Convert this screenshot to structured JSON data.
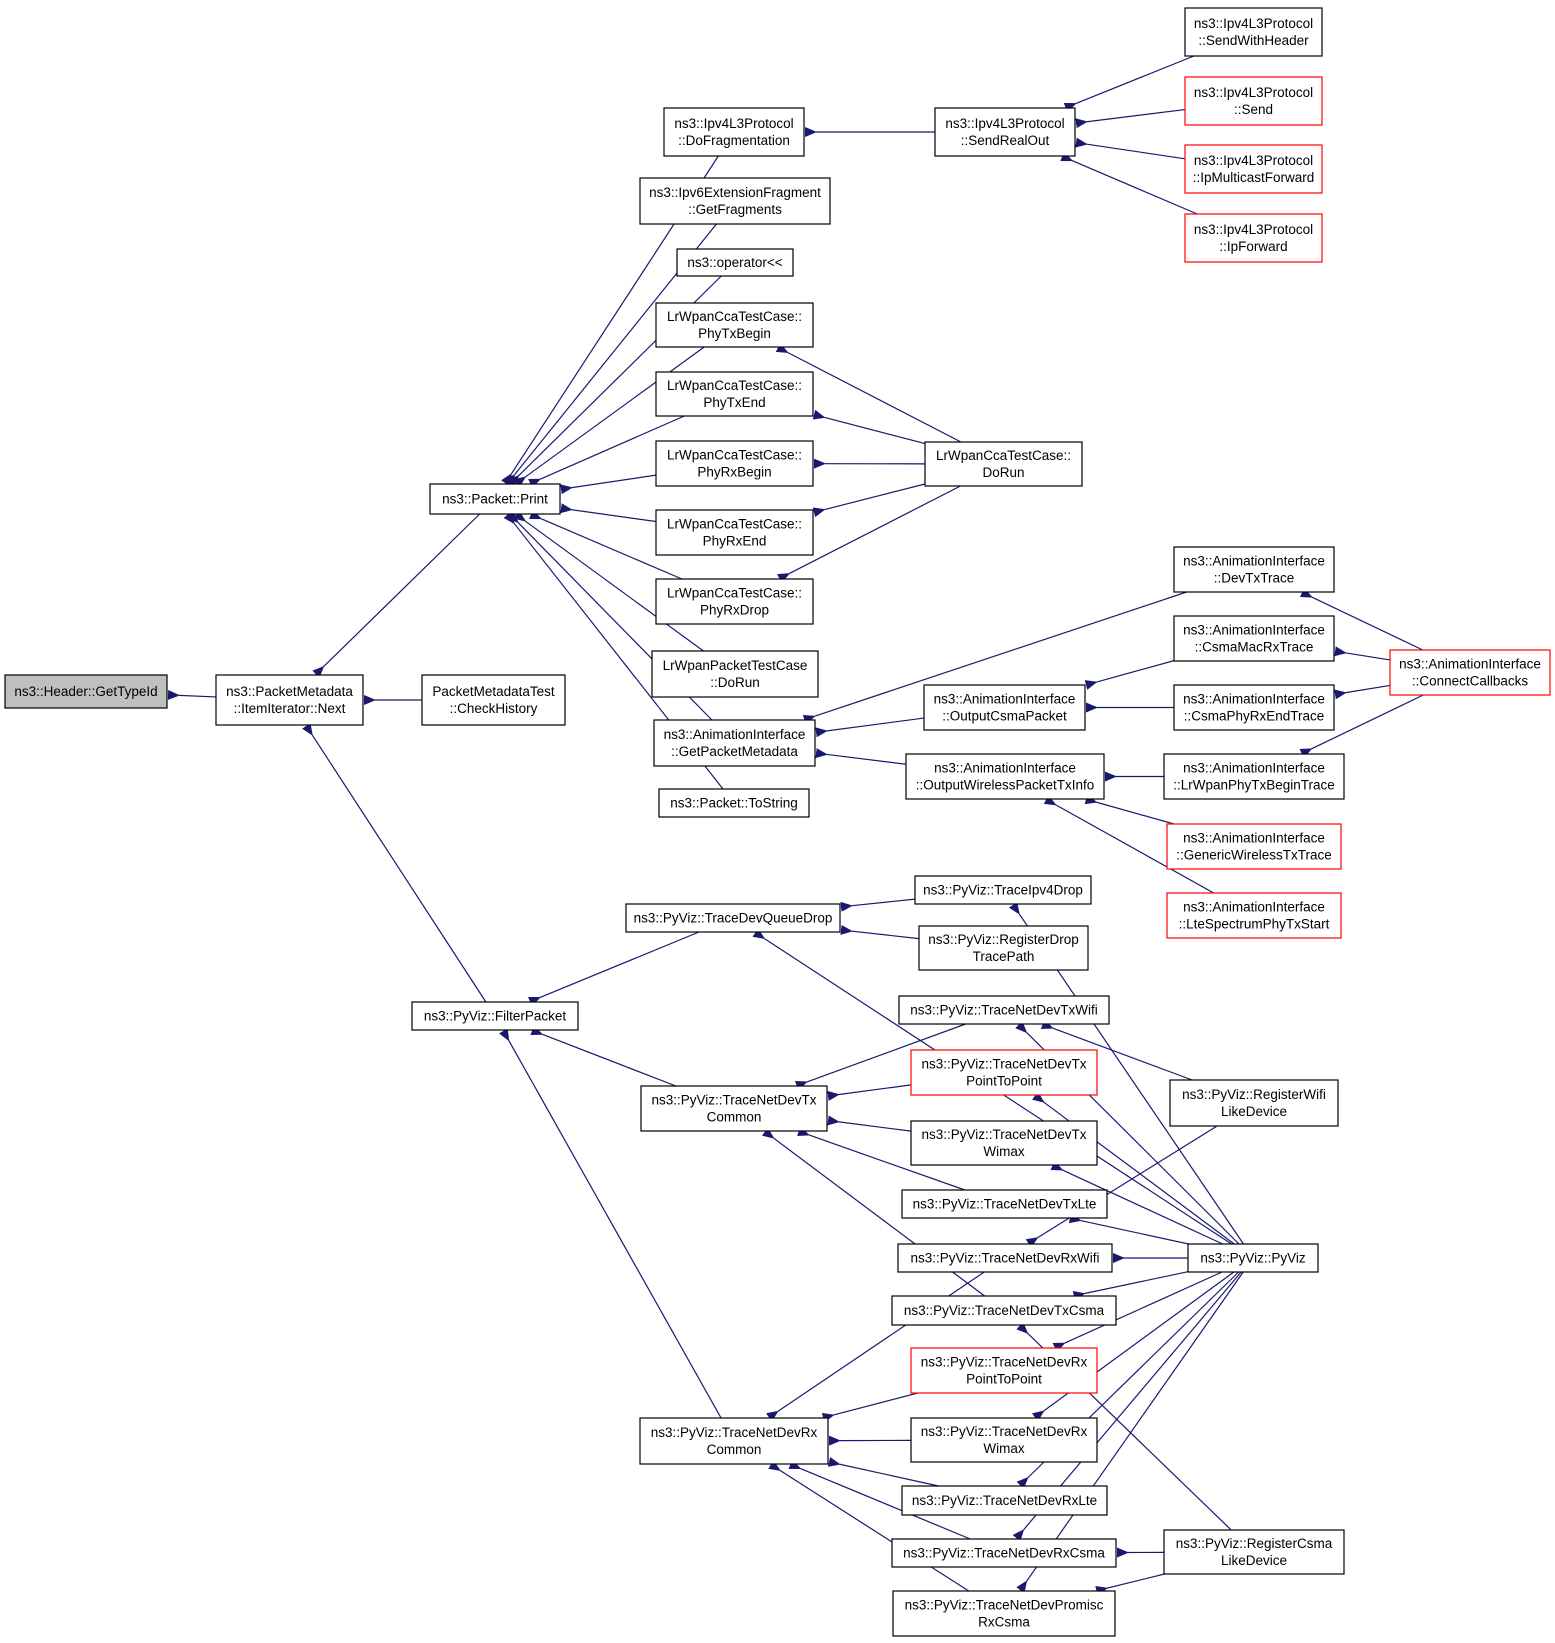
{
  "colors": {
    "edge": "#191970",
    "border_normal": "#000000",
    "border_red": "#ff0000",
    "fill_normal": "#ffffff",
    "fill_root": "#bfbfbf"
  },
  "nodes": [
    {
      "id": "root",
      "lines": [
        "ns3::Header::GetTypeId"
      ],
      "style": "root"
    },
    {
      "id": "pm_next",
      "lines": [
        "ns3::PacketMetadata",
        "::ItemIterator::Next"
      ],
      "style": "normal"
    },
    {
      "id": "pmtest",
      "lines": [
        "PacketMetadataTest",
        "::CheckHistory"
      ],
      "style": "normal"
    },
    {
      "id": "pkt_print",
      "lines": [
        "ns3::Packet::Print"
      ],
      "style": "normal"
    },
    {
      "id": "filterpacket",
      "lines": [
        "ns3::PyViz::FilterPacket"
      ],
      "style": "normal"
    },
    {
      "id": "ipv4_dofrag",
      "lines": [
        "ns3::Ipv4L3Protocol",
        "::DoFragmentation"
      ],
      "style": "normal"
    },
    {
      "id": "ipv6_frag",
      "lines": [
        "ns3::Ipv6ExtensionFragment",
        "::GetFragments"
      ],
      "style": "normal"
    },
    {
      "id": "op_lshift",
      "lines": [
        "ns3::operator<<"
      ],
      "style": "normal"
    },
    {
      "id": "lr_txbegin",
      "lines": [
        "LrWpanCcaTestCase::",
        "PhyTxBegin"
      ],
      "style": "normal"
    },
    {
      "id": "lr_txend",
      "lines": [
        "LrWpanCcaTestCase::",
        "PhyTxEnd"
      ],
      "style": "normal"
    },
    {
      "id": "lr_rxbegin",
      "lines": [
        "LrWpanCcaTestCase::",
        "PhyRxBegin"
      ],
      "style": "normal"
    },
    {
      "id": "lr_rxend",
      "lines": [
        "LrWpanCcaTestCase::",
        "PhyRxEnd"
      ],
      "style": "normal"
    },
    {
      "id": "lr_rxdrop",
      "lines": [
        "LrWpanCcaTestCase::",
        "PhyRxDrop"
      ],
      "style": "normal"
    },
    {
      "id": "lrpkt_dorun",
      "lines": [
        "LrWpanPacketTestCase",
        "::DoRun"
      ],
      "style": "normal"
    },
    {
      "id": "anim_getpm",
      "lines": [
        "ns3::AnimationInterface",
        "::GetPacketMetadata"
      ],
      "style": "normal"
    },
    {
      "id": "pkt_tostring",
      "lines": [
        "ns3::Packet::ToString"
      ],
      "style": "normal"
    },
    {
      "id": "ipv4_sendrealout",
      "lines": [
        "ns3::Ipv4L3Protocol",
        "::SendRealOut"
      ],
      "style": "normal"
    },
    {
      "id": "ipv4_sendwithheader",
      "lines": [
        "ns3::Ipv4L3Protocol",
        "::SendWithHeader"
      ],
      "style": "normal"
    },
    {
      "id": "ipv4_send",
      "lines": [
        "ns3::Ipv4L3Protocol",
        "::Send"
      ],
      "style": "red"
    },
    {
      "id": "ipv4_ipmcast",
      "lines": [
        "ns3::Ipv4L3Protocol",
        "::IpMulticastForward"
      ],
      "style": "red"
    },
    {
      "id": "ipv4_ipfwd",
      "lines": [
        "ns3::Ipv4L3Protocol",
        "::IpForward"
      ],
      "style": "red"
    },
    {
      "id": "lr_dorun",
      "lines": [
        "LrWpanCcaTestCase::",
        "DoRun"
      ],
      "style": "normal"
    },
    {
      "id": "anim_devtx",
      "lines": [
        "ns3::AnimationInterface",
        "::DevTxTrace"
      ],
      "style": "normal"
    },
    {
      "id": "anim_csmamacrx",
      "lines": [
        "ns3::AnimationInterface",
        "::CsmaMacRxTrace"
      ],
      "style": "normal"
    },
    {
      "id": "anim_outcsma",
      "lines": [
        "ns3::AnimationInterface",
        "::OutputCsmaPacket"
      ],
      "style": "normal"
    },
    {
      "id": "anim_csmaphyrxend",
      "lines": [
        "ns3::AnimationInterface",
        "::CsmaPhyRxEndTrace"
      ],
      "style": "normal"
    },
    {
      "id": "anim_connect",
      "lines": [
        "ns3::AnimationInterface",
        "::ConnectCallbacks"
      ],
      "style": "red"
    },
    {
      "id": "anim_outwireless",
      "lines": [
        "ns3::AnimationInterface",
        "::OutputWirelessPacketTxInfo"
      ],
      "style": "normal"
    },
    {
      "id": "anim_lrwpanphytx",
      "lines": [
        "ns3::AnimationInterface",
        "::LrWpanPhyTxBeginTrace"
      ],
      "style": "normal"
    },
    {
      "id": "anim_genericwireless",
      "lines": [
        "ns3::AnimationInterface",
        "::GenericWirelessTxTrace"
      ],
      "style": "red"
    },
    {
      "id": "anim_ltespectrum",
      "lines": [
        "ns3::AnimationInterface",
        "::LteSpectrumPhyTxStart"
      ],
      "style": "red"
    },
    {
      "id": "tracedevqueuedrop",
      "lines": [
        "ns3::PyViz::TraceDevQueueDrop"
      ],
      "style": "normal"
    },
    {
      "id": "traceipv4drop",
      "lines": [
        "ns3::PyViz::TraceIpv4Drop"
      ],
      "style": "normal"
    },
    {
      "id": "registerdrop",
      "lines": [
        "ns3::PyViz::RegisterDrop",
        "TracePath"
      ],
      "style": "normal"
    },
    {
      "id": "tx_common",
      "lines": [
        "ns3::PyViz::TraceNetDevTx",
        "Common"
      ],
      "style": "normal"
    },
    {
      "id": "tx_wifi",
      "lines": [
        "ns3::PyViz::TraceNetDevTxWifi"
      ],
      "style": "normal"
    },
    {
      "id": "tx_p2p",
      "lines": [
        "ns3::PyViz::TraceNetDevTx",
        "PointToPoint"
      ],
      "style": "red"
    },
    {
      "id": "tx_wimax",
      "lines": [
        "ns3::PyViz::TraceNetDevTx",
        "Wimax"
      ],
      "style": "normal"
    },
    {
      "id": "tx_lte",
      "lines": [
        "ns3::PyViz::TraceNetDevTxLte"
      ],
      "style": "normal"
    },
    {
      "id": "rx_wifi",
      "lines": [
        "ns3::PyViz::TraceNetDevRxWifi"
      ],
      "style": "normal"
    },
    {
      "id": "tx_csma",
      "lines": [
        "ns3::PyViz::TraceNetDevTxCsma"
      ],
      "style": "normal"
    },
    {
      "id": "registerwifi",
      "lines": [
        "ns3::PyViz::RegisterWifi",
        "LikeDevice"
      ],
      "style": "normal"
    },
    {
      "id": "pyviz",
      "lines": [
        "ns3::PyViz::PyViz"
      ],
      "style": "normal"
    },
    {
      "id": "rx_common",
      "lines": [
        "ns3::PyViz::TraceNetDevRx",
        "Common"
      ],
      "style": "normal"
    },
    {
      "id": "rx_p2p",
      "lines": [
        "ns3::PyViz::TraceNetDevRx",
        "PointToPoint"
      ],
      "style": "red"
    },
    {
      "id": "rx_wimax",
      "lines": [
        "ns3::PyViz::TraceNetDevRx",
        "Wimax"
      ],
      "style": "normal"
    },
    {
      "id": "rx_lte",
      "lines": [
        "ns3::PyViz::TraceNetDevRxLte"
      ],
      "style": "normal"
    },
    {
      "id": "rx_csma",
      "lines": [
        "ns3::PyViz::TraceNetDevRxCsma"
      ],
      "style": "normal"
    },
    {
      "id": "registercsma",
      "lines": [
        "ns3::PyViz::RegisterCsma",
        "LikeDevice"
      ],
      "style": "normal"
    },
    {
      "id": "promisc",
      "lines": [
        "ns3::PyViz::TraceNetDevPromisc",
        "RxCsma"
      ],
      "style": "normal"
    }
  ],
  "edges": [
    [
      "pm_next",
      "root"
    ],
    [
      "pmtest",
      "pm_next"
    ],
    [
      "pkt_print",
      "pm_next"
    ],
    [
      "filterpacket",
      "pm_next"
    ],
    [
      "ipv4_dofrag",
      "pkt_print"
    ],
    [
      "ipv6_frag",
      "pkt_print"
    ],
    [
      "op_lshift",
      "pkt_print"
    ],
    [
      "lr_txbegin",
      "pkt_print"
    ],
    [
      "lr_txend",
      "pkt_print"
    ],
    [
      "lr_rxbegin",
      "pkt_print"
    ],
    [
      "lr_rxend",
      "pkt_print"
    ],
    [
      "lr_rxdrop",
      "pkt_print"
    ],
    [
      "lrpkt_dorun",
      "pkt_print"
    ],
    [
      "anim_getpm",
      "pkt_print"
    ],
    [
      "pkt_tostring",
      "pkt_print"
    ],
    [
      "ipv4_sendrealout",
      "ipv4_dofrag"
    ],
    [
      "ipv4_sendwithheader",
      "ipv4_sendrealout"
    ],
    [
      "ipv4_send",
      "ipv4_sendrealout"
    ],
    [
      "ipv4_ipmcast",
      "ipv4_sendrealout"
    ],
    [
      "ipv4_ipfwd",
      "ipv4_sendrealout"
    ],
    [
      "lr_dorun",
      "lr_txbegin"
    ],
    [
      "lr_dorun",
      "lr_txend"
    ],
    [
      "lr_dorun",
      "lr_rxbegin"
    ],
    [
      "lr_dorun",
      "lr_rxend"
    ],
    [
      "lr_dorun",
      "lr_rxdrop"
    ],
    [
      "anim_devtx",
      "anim_getpm"
    ],
    [
      "anim_outcsma",
      "anim_getpm"
    ],
    [
      "anim_outwireless",
      "anim_getpm"
    ],
    [
      "anim_csmamacrx",
      "anim_outcsma"
    ],
    [
      "anim_csmaphyrxend",
      "anim_outcsma"
    ],
    [
      "anim_connect",
      "anim_devtx"
    ],
    [
      "anim_connect",
      "anim_csmamacrx"
    ],
    [
      "anim_connect",
      "anim_csmaphyrxend"
    ],
    [
      "anim_connect",
      "anim_lrwpanphytx"
    ],
    [
      "anim_lrwpanphytx",
      "anim_outwireless"
    ],
    [
      "anim_genericwireless",
      "anim_outwireless"
    ],
    [
      "anim_ltespectrum",
      "anim_outwireless"
    ],
    [
      "tracedevqueuedrop",
      "filterpacket"
    ],
    [
      "tx_common",
      "filterpacket"
    ],
    [
      "rx_common",
      "filterpacket"
    ],
    [
      "traceipv4drop",
      "tracedevqueuedrop"
    ],
    [
      "registerdrop",
      "tracedevqueuedrop"
    ],
    [
      "pyviz",
      "tracedevqueuedrop"
    ],
    [
      "tx_wifi",
      "tx_common"
    ],
    [
      "tx_p2p",
      "tx_common"
    ],
    [
      "tx_wimax",
      "tx_common"
    ],
    [
      "tx_lte",
      "tx_common"
    ],
    [
      "tx_csma",
      "tx_common"
    ],
    [
      "rx_wifi",
      "rx_common"
    ],
    [
      "rx_p2p",
      "rx_common"
    ],
    [
      "rx_wimax",
      "rx_common"
    ],
    [
      "rx_lte",
      "rx_common"
    ],
    [
      "rx_csma",
      "rx_common"
    ],
    [
      "promisc",
      "rx_common"
    ],
    [
      "pyviz",
      "traceipv4drop"
    ],
    [
      "pyviz",
      "tx_wifi"
    ],
    [
      "registerwifi",
      "tx_wifi"
    ],
    [
      "pyviz",
      "tx_p2p"
    ],
    [
      "pyviz",
      "tx_wimax"
    ],
    [
      "pyviz",
      "tx_lte"
    ],
    [
      "pyviz",
      "rx_wifi"
    ],
    [
      "registerwifi",
      "rx_wifi"
    ],
    [
      "pyviz",
      "tx_csma"
    ],
    [
      "registercsma",
      "tx_csma"
    ],
    [
      "pyviz",
      "rx_p2p"
    ],
    [
      "pyviz",
      "rx_wimax"
    ],
    [
      "pyviz",
      "rx_lte"
    ],
    [
      "pyviz",
      "rx_csma"
    ],
    [
      "registercsma",
      "rx_csma"
    ],
    [
      "pyviz",
      "promisc"
    ],
    [
      "registercsma",
      "promisc"
    ]
  ]
}
